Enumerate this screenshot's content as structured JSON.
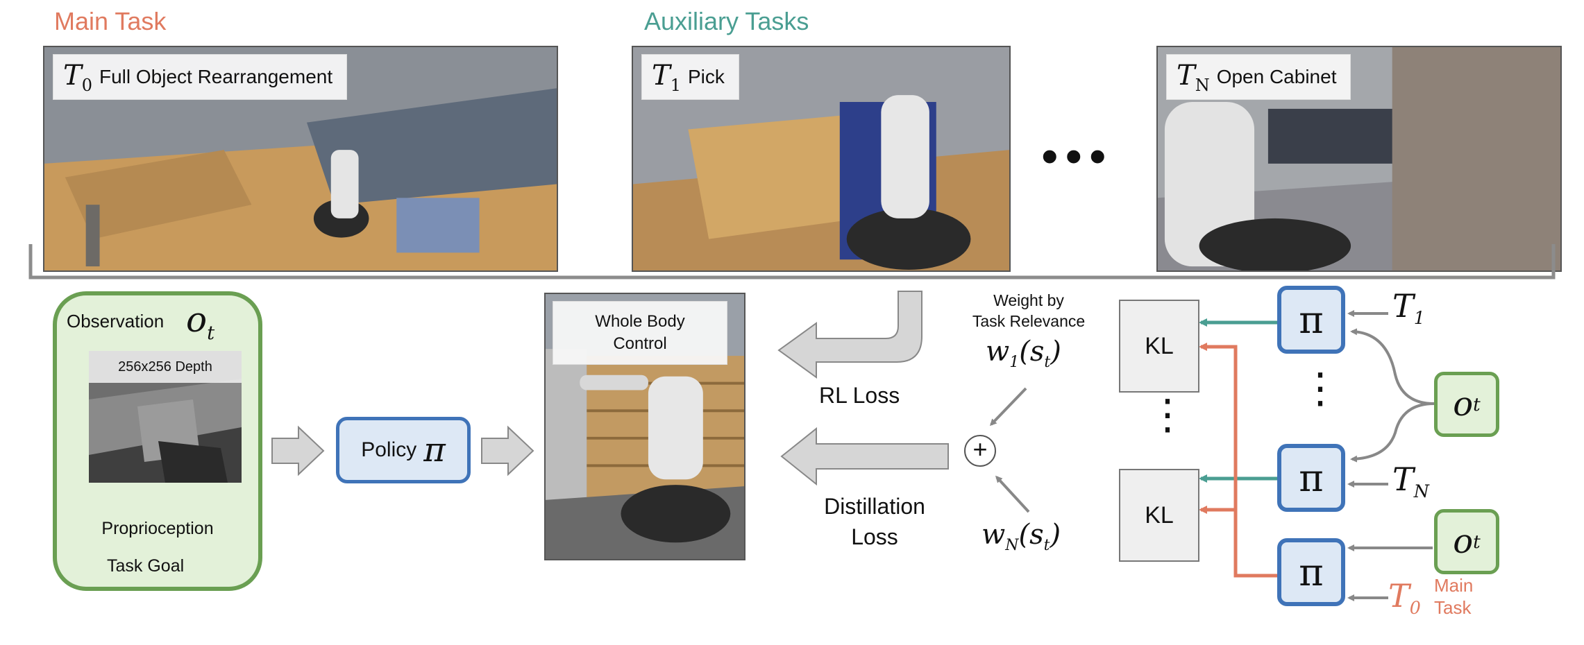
{
  "headings": {
    "main_task": "Main Task",
    "auxiliary_tasks": "Auxiliary Tasks"
  },
  "tasks": [
    {
      "symbol": "T",
      "subscript": "0",
      "name": "Full Object Rearrangement"
    },
    {
      "symbol": "T",
      "subscript": "1",
      "name": "Pick"
    },
    {
      "symbol": "T",
      "subscript": "N",
      "name": "Open Cabinet"
    }
  ],
  "ellipsis": "•••",
  "observation": {
    "title": "Observation",
    "symbol": "o",
    "subscript": "t",
    "depth_label": "256x256 Depth",
    "items": [
      "Proprioception",
      "Task Goal"
    ]
  },
  "policy": {
    "label": "Policy",
    "symbol": "π"
  },
  "whole_body": {
    "line1": "Whole Body",
    "line2": "Control"
  },
  "losses": {
    "rl": "RL Loss",
    "distill_line1": "Distillation",
    "distill_line2": "Loss"
  },
  "weighting": {
    "line1": "Weight by",
    "line2": "Task Relevance",
    "w1": "w",
    "w1_sub": "1",
    "wN": "w",
    "wN_sub": "N",
    "arg": "(s",
    "arg_sub": "t",
    "arg_close": ")",
    "plus": "+"
  },
  "teacher": {
    "kl": "KL",
    "pi": "π",
    "t1": "T",
    "t1_sub": "1",
    "tN": "T",
    "tN_sub": "N",
    "t0": "T",
    "t0_sub": "0",
    "main_line1": "Main",
    "main_line2": "Task",
    "obs": "o",
    "obs_sub": "t",
    "vdots": "⋮"
  },
  "colors": {
    "main": "#e07a5f",
    "aux": "#4a9e92",
    "policy": "#3f73b8",
    "obs": "#6a9f52"
  }
}
